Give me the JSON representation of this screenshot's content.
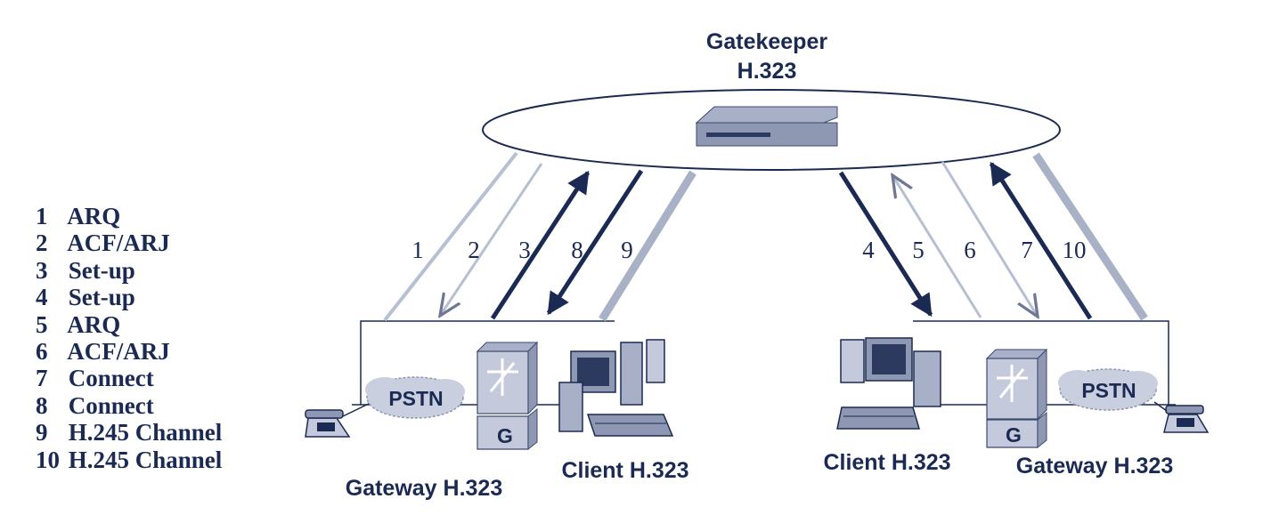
{
  "gatekeeper": {
    "title": "Gatekeeper",
    "protocol": "H.323"
  },
  "legend": [
    {
      "num": "1",
      "label": "ARQ"
    },
    {
      "num": "2",
      "label": "ACF/ARJ"
    },
    {
      "num": "3",
      "label": "Set-up"
    },
    {
      "num": "4",
      "label": "Set-up"
    },
    {
      "num": "5",
      "label": "ARQ"
    },
    {
      "num": "6",
      "label": "ACF/ARJ"
    },
    {
      "num": "7",
      "label": "Connect"
    },
    {
      "num": "8",
      "label": "Connect"
    },
    {
      "num": "9",
      "label": "H.245 Channel"
    },
    {
      "num": "10",
      "label": "H.245 Channel"
    }
  ],
  "flow_numbers": [
    "1",
    "2",
    "3",
    "8",
    "9",
    "4",
    "5",
    "6",
    "7",
    "10"
  ],
  "left_site": {
    "pstn": "PSTN",
    "gateway_badge": "G",
    "gateway_label": "Gateway H.323",
    "client_label": "Client H.323"
  },
  "right_site": {
    "pstn": "PSTN",
    "gateway_badge": "G",
    "gateway_label": "Gateway H.323",
    "client_label": "Client H.323"
  },
  "colors": {
    "dark": "#1b2a52",
    "mid": "#8e98b4",
    "light": "#b7bfd3",
    "device": "#c4cadb"
  }
}
